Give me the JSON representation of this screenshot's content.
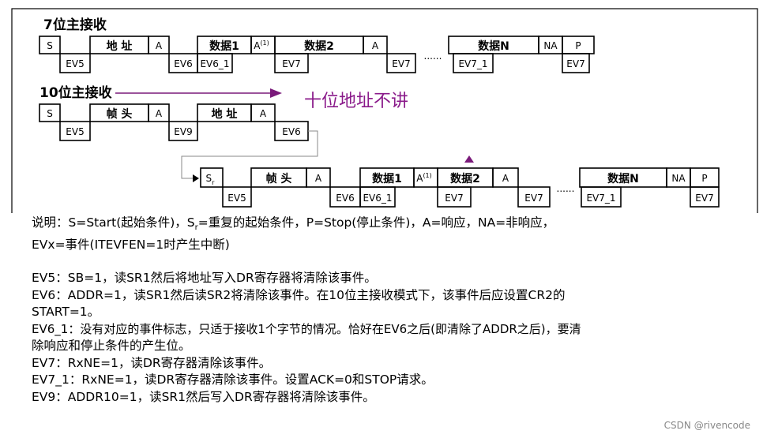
{
  "diagram": {
    "title7": "7位主接收",
    "title10": "10位主接收",
    "annotation": "十位地址不讲",
    "row7_top": [
      {
        "id": "s",
        "label": "S",
        "bold": false
      },
      {
        "id": "addr",
        "label": "地 址",
        "bold": true
      },
      {
        "id": "a1",
        "label": "A",
        "bold": false
      },
      {
        "id": "data1",
        "label": "数据1",
        "bold": true
      },
      {
        "id": "a1sup",
        "label": "A",
        "sup": "(1)",
        "bold": false
      },
      {
        "id": "data2",
        "label": "数据2",
        "bold": true
      },
      {
        "id": "a2",
        "label": "A",
        "bold": false
      },
      {
        "id": "dataN",
        "label": "数据N",
        "bold": true
      },
      {
        "id": "na",
        "label": "NA",
        "bold": false
      },
      {
        "id": "p",
        "label": "P",
        "bold": false
      }
    ],
    "row7_bottom": [
      "EV5",
      "EV6",
      "EV6_1",
      "EV7",
      "EV7",
      "EV7_1",
      "EV7"
    ],
    "row10a_top": [
      {
        "id": "s",
        "label": "S",
        "bold": false
      },
      {
        "id": "head",
        "label": "帧 头",
        "bold": true
      },
      {
        "id": "a1",
        "label": "A",
        "bold": false
      },
      {
        "id": "addr",
        "label": "地 址",
        "bold": true
      },
      {
        "id": "a2",
        "label": "A",
        "bold": false
      }
    ],
    "row10a_bottom": [
      "EV5",
      "EV9",
      "EV6"
    ],
    "row10b_top": [
      {
        "id": "sr",
        "label": "S",
        "sub": "r",
        "bold": false
      },
      {
        "id": "head",
        "label": "帧 头",
        "bold": true
      },
      {
        "id": "a1",
        "label": "A",
        "bold": false
      },
      {
        "id": "data1",
        "label": "数据1",
        "bold": true
      },
      {
        "id": "a1sup",
        "label": "A",
        "sup": "(1)",
        "bold": false
      },
      {
        "id": "data2",
        "label": "数据2",
        "bold": true
      },
      {
        "id": "a2",
        "label": "A",
        "bold": false
      },
      {
        "id": "dataN",
        "label": "数据N",
        "bold": true
      },
      {
        "id": "na",
        "label": "NA",
        "bold": false
      },
      {
        "id": "p",
        "label": "P",
        "bold": false
      }
    ],
    "row10b_bottom": [
      "EV5",
      "EV6",
      "EV6_1",
      "EV7",
      "EV7",
      "EV7_1",
      "EV7"
    ],
    "ellipsis": "......",
    "colors": {
      "annotation": "#8a1a8a",
      "arrow": "#7a1a7a",
      "line": "#000000",
      "connector": "#888888"
    }
  },
  "description": {
    "line1": "说明：S=Start(起始条件)，S",
    "line1_sub": "r",
    "line1_rest": "=重复的起始条件，P=Stop(停止条件)，A=响应，NA=非响应，",
    "line2": "EVx=事件(ITEVFEN=1时产生中断)",
    "ev5": "EV5：SB=1，读SR1然后将地址写入DR寄存器将清除该事件。",
    "ev6_a": "EV6：ADDR=1，读SR1然后读SR2将清除该事件。在10位主接收模式下，该事件后应设置CR2的",
    "ev6_b": "START=1。",
    "ev6_1_a": "EV6_1：没有对应的事件标志，只适于接收1个字节的情况。恰好在EV6之后(即清除了ADDR之后)，要清",
    "ev6_1_b": "除响应和停止条件的产生位。",
    "ev7": "EV7：RxNE=1，读DR寄存器清除该事件。",
    "ev7_1": "EV7_1：RxNE=1，读DR寄存器清除该事件。设置ACK=0和STOP请求。",
    "ev9": "EV9：ADDR10=1，读SR1然后写入DR寄存器将清除该事件。"
  },
  "watermark": "CSDN @rivencode"
}
